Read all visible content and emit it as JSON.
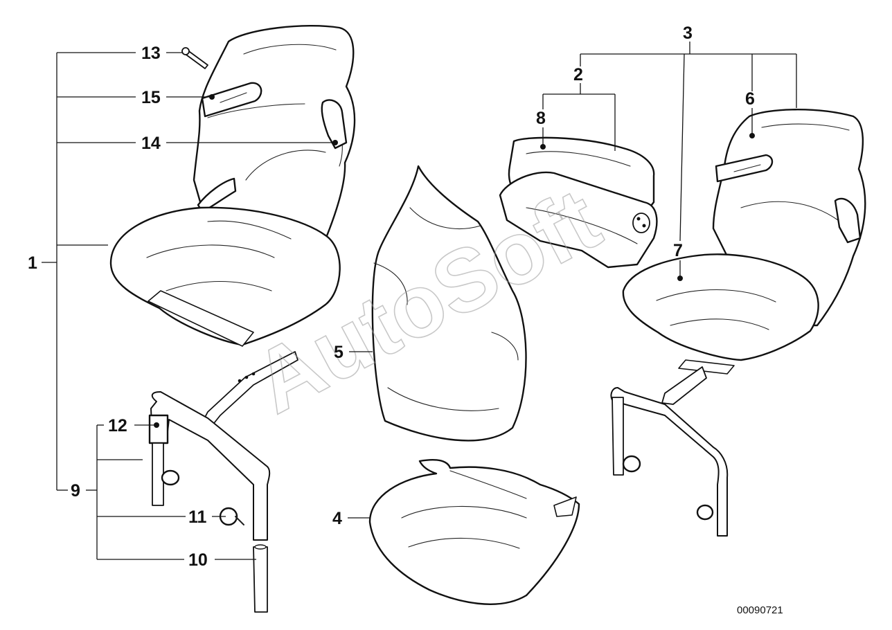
{
  "callouts": {
    "c1": "1",
    "c2": "2",
    "c3": "3",
    "c4": "4",
    "c5": "5",
    "c6": "6",
    "c7": "7",
    "c8": "8",
    "c9": "9",
    "c10": "10",
    "c11": "11",
    "c12": "12",
    "c13": "13",
    "c14": "14",
    "c15": "15"
  },
  "document_number": "00090721",
  "watermark": "AutoSoft",
  "colors": {
    "line": "#111111",
    "background": "#ffffff",
    "watermark": "#9a9a9a"
  }
}
